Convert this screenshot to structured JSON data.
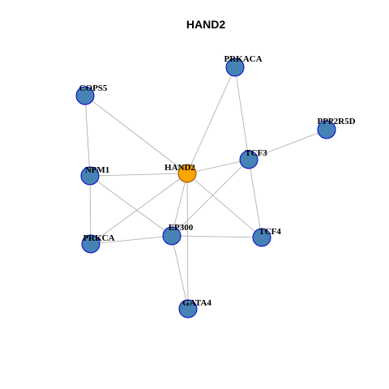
{
  "title": "HAND2",
  "colors": {
    "hub_fill": "#ffa500",
    "hub_stroke": "#8b4a00",
    "node_fill": "#4682b4",
    "node_stroke": "#0000cd",
    "edge": "#a9a9a9"
  },
  "nodes": [
    {
      "id": "HAND2",
      "label": "HAND2",
      "hub": true
    },
    {
      "id": "PRKACA",
      "label": "PRKACA"
    },
    {
      "id": "COPS5",
      "label": "COPS5"
    },
    {
      "id": "PPP2R5D",
      "label": "PPP2R5D"
    },
    {
      "id": "TCF3",
      "label": "TCF3"
    },
    {
      "id": "NPM1",
      "label": "NPM1"
    },
    {
      "id": "EP300",
      "label": "EP300"
    },
    {
      "id": "TCF4",
      "label": "TCF4"
    },
    {
      "id": "PRKCA",
      "label": "PRKCA"
    },
    {
      "id": "GATA4",
      "label": "GATA4"
    }
  ],
  "edges": [
    [
      "PRKACA",
      "HAND2"
    ],
    [
      "PRKACA",
      "TCF3"
    ],
    [
      "COPS5",
      "HAND2"
    ],
    [
      "COPS5",
      "NPM1"
    ],
    [
      "PPP2R5D",
      "TCF3"
    ],
    [
      "TCF3",
      "HAND2"
    ],
    [
      "TCF3",
      "EP300"
    ],
    [
      "TCF3",
      "TCF4"
    ],
    [
      "NPM1",
      "HAND2"
    ],
    [
      "NPM1",
      "EP300"
    ],
    [
      "NPM1",
      "PRKCA"
    ],
    [
      "HAND2",
      "EP300"
    ],
    [
      "HAND2",
      "PRKCA"
    ],
    [
      "HAND2",
      "TCF4"
    ],
    [
      "HAND2",
      "GATA4"
    ],
    [
      "EP300",
      "PRKCA"
    ],
    [
      "EP300",
      "TCF4"
    ],
    [
      "EP300",
      "GATA4"
    ]
  ]
}
